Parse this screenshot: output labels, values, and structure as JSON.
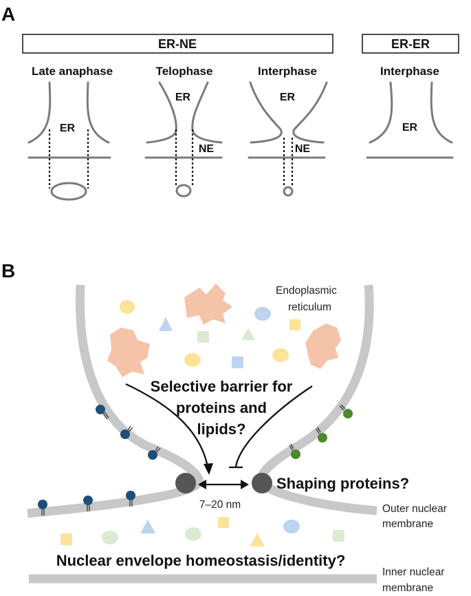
{
  "panel_a": {
    "label": "A",
    "header_er_ne": "ER-NE",
    "header_er_er": "ER-ER",
    "stages": [
      {
        "title": "Late anaphase",
        "er": "ER",
        "ne": ""
      },
      {
        "title": "Telophase",
        "er": "ER",
        "ne": "NE"
      },
      {
        "title": "Interphase",
        "er": "ER",
        "ne": "NE"
      },
      {
        "title": "Interphase",
        "er": "ER",
        "ne": ""
      }
    ]
  },
  "panel_b": {
    "label": "B",
    "er_label_line1": "Endoplasmic",
    "er_label_line2": "reticulum",
    "barrier_line1": "Selective barrier for",
    "barrier_line2": "proteins and",
    "barrier_line3": "lipids?",
    "shaping": "Shaping proteins?",
    "distance": "7–20 nm",
    "outer_line1": "Outer nuclear",
    "outer_line2": "membrane",
    "homeostasis": "Nuclear envelope homeostasis/identity?",
    "inner_line1": "Inner nuclear",
    "inner_line2": "membrane"
  },
  "colors": {
    "membrane_a": "#7b7b7b",
    "membrane_b": "#c8c8c8",
    "shaping_protein": "#555555",
    "blue_lipid": "#1f4e79",
    "green_lipid": "#4a8a2a",
    "salmon_blob": "#f4c3a8",
    "yellow": "#fde39a",
    "light_blue": "#bcd4ef",
    "light_green": "#dcead2"
  }
}
